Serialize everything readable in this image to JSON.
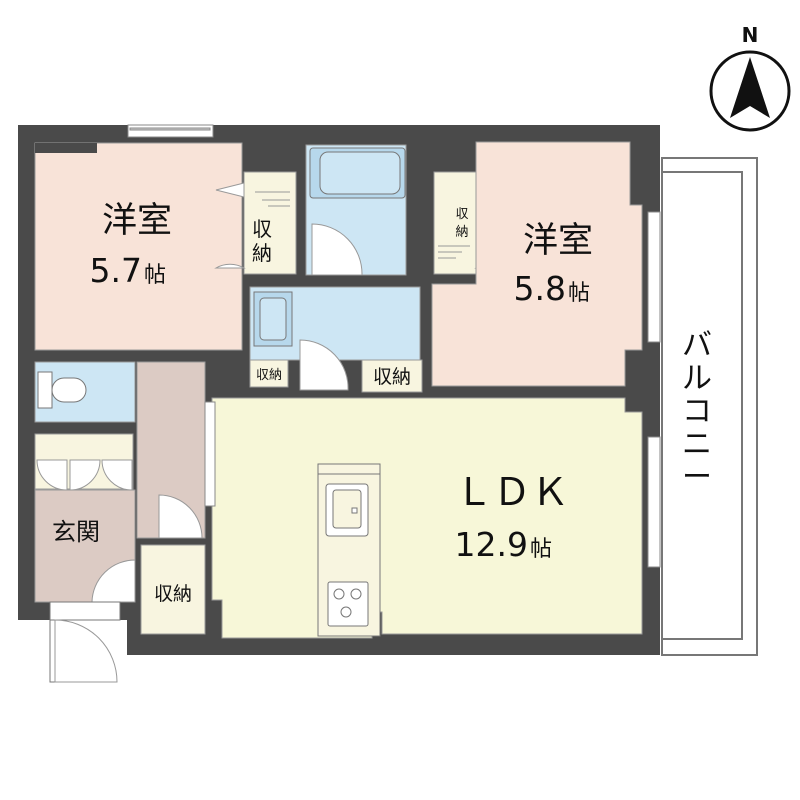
{
  "compass": {
    "label": "N"
  },
  "rooms": {
    "western_left": {
      "name": "洋室",
      "size": "5.7",
      "unit": "帖"
    },
    "western_right": {
      "name": "洋室",
      "size": "5.8",
      "unit": "帖"
    },
    "ldk": {
      "name": "ＬＤＫ",
      "size": "12.9",
      "unit": "帖"
    },
    "entrance": {
      "name": "玄関"
    },
    "balcony": {
      "name": "バルコニー"
    }
  },
  "storage": {
    "left_closet": [
      "収",
      "納"
    ],
    "right_closet": [
      "収",
      "納"
    ],
    "small_left": "収納",
    "small_right": "収納",
    "entrance_closet": "収納"
  },
  "colors": {
    "wall": "#4a4a4a",
    "western_room": "#f8e3d8",
    "ldk": "#f7f7d8",
    "water": "#cde6f4",
    "entrance": "#dccbc4",
    "storage": "#f8f5e0",
    "balcony": "#ffffff"
  }
}
